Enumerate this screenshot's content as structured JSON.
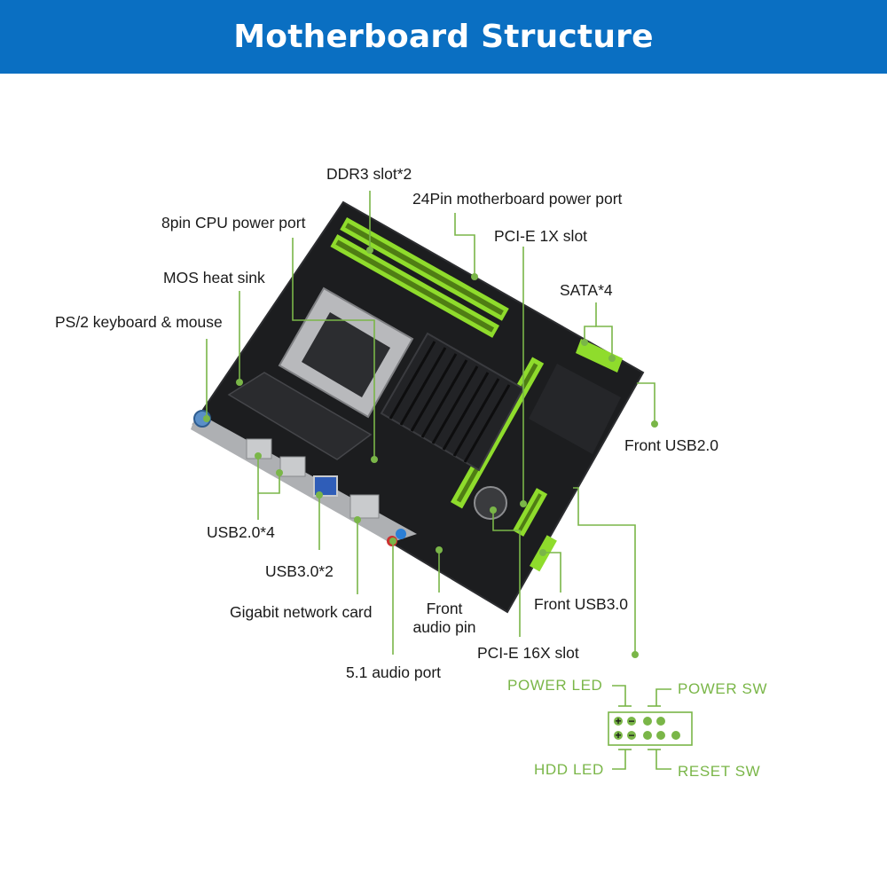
{
  "title": "Motherboard Structure",
  "colors": {
    "banner": "#0a6fc2",
    "accent": "#7ab648",
    "board": "#1c1d1f",
    "slot": "#8fdc2c"
  },
  "labels": {
    "ddr3": "DDR3 slot*2",
    "power24": "24Pin motherboard power port",
    "cpu8pin": "8pin CPU power port",
    "pcie1x": "PCI-E 1X slot",
    "mos": "MOS heat sink",
    "sata": "SATA*4",
    "ps2": "PS/2 keyboard & mouse",
    "front_usb2": "Front USB2.0",
    "usb2": "USB2.0*4",
    "usb3": "USB3.0*2",
    "lan": "Gigabit network card",
    "front_audio_1": "Front",
    "front_audio_2": "audio pin",
    "front_usb3": "Front USB3.0",
    "pcie16x": "PCI-E 16X slot",
    "audio51": "5.1 audio port"
  },
  "panel": {
    "power_led": "POWER LED",
    "power_sw": "POWER SW",
    "hdd_led": "HDD LED",
    "reset_sw": "RESET SW",
    "plus": "+",
    "minus": "−"
  }
}
